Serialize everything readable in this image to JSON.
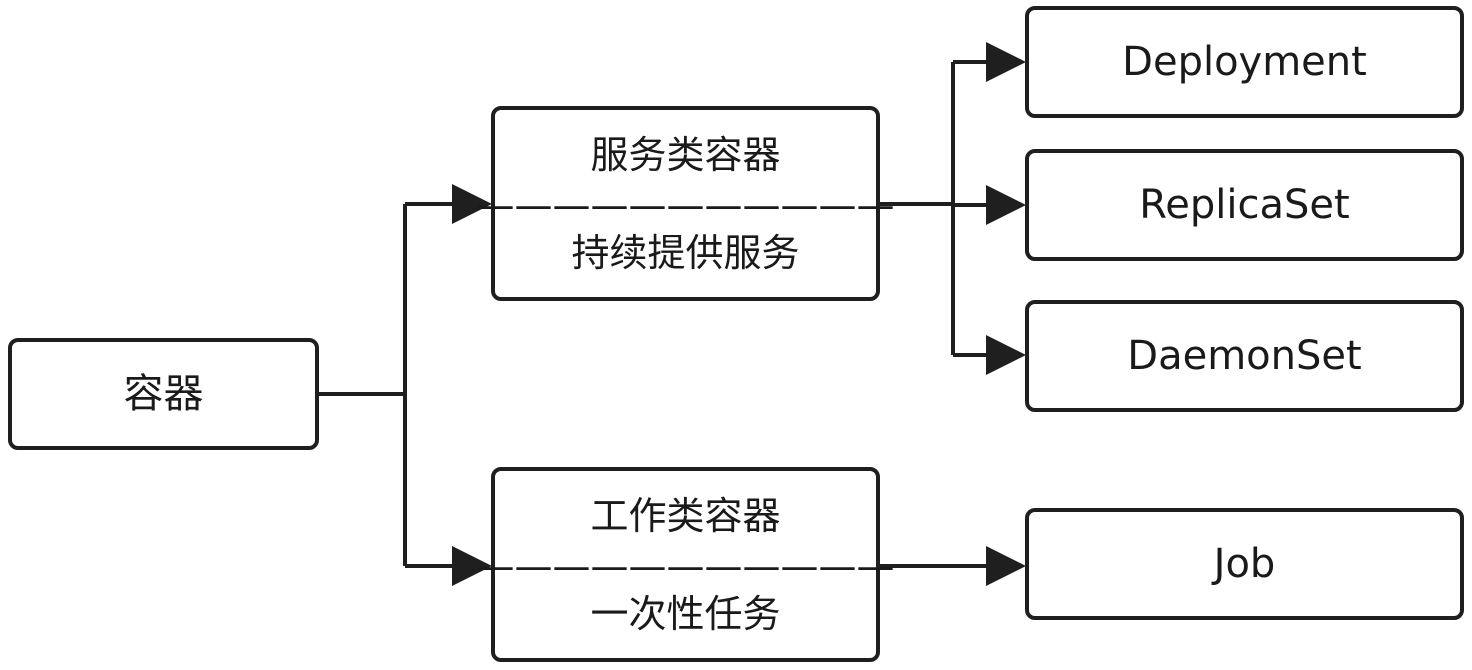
{
  "diagram": {
    "root": {
      "label": "容器"
    },
    "service": {
      "title": "服务类容器",
      "separator": "———————————",
      "subtitle": "持续提供服务"
    },
    "job": {
      "title": "工作类容器",
      "separator": "———————————",
      "subtitle": "一次性任务"
    },
    "leaves": {
      "deployment": "Deployment",
      "replicaset": "ReplicaSet",
      "daemonset": "DaemonSet",
      "job": "Job"
    },
    "colors": {
      "stroke": "#1f1f1f",
      "background": "#ffffff",
      "text": "#1a1a1a"
    }
  }
}
